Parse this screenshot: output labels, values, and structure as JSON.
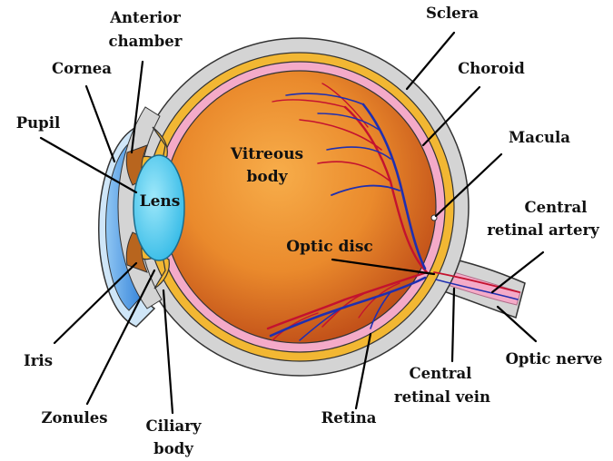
{
  "labels": {
    "anterior_chamber_1": "Anterior",
    "anterior_chamber_2": "chamber",
    "sclera": "Sclera",
    "cornea": "Cornea",
    "choroid": "Choroid",
    "pupil": "Pupil",
    "macula": "Macula",
    "vitreous_body_1": "Vitreous",
    "vitreous_body_2": "body",
    "lens": "Lens",
    "central_retinal_artery_1": "Central",
    "central_retinal_artery_2": "retinal artery",
    "optic_disc": "Optic disc",
    "iris": "Iris",
    "optic_nerve": "Optic nerve",
    "central_retinal_vein_1": "Central",
    "central_retinal_vein_2": "retinal vein",
    "zonules": "Zonules",
    "retina": "Retina",
    "ciliary_body_1": "Ciliary",
    "ciliary_body_2": "body"
  },
  "colors": {
    "sclera": "#d4d4d4",
    "choroid": "#f2b733",
    "retina": "#f4aac8",
    "vitreous_center": "#f5a040",
    "vitreous_edge": "#c8501a",
    "lens": "#56d3f2",
    "cornea": "#6db4ee",
    "iris": "#b8651e",
    "artery": "#c4122f",
    "vein": "#1f2fb0"
  }
}
